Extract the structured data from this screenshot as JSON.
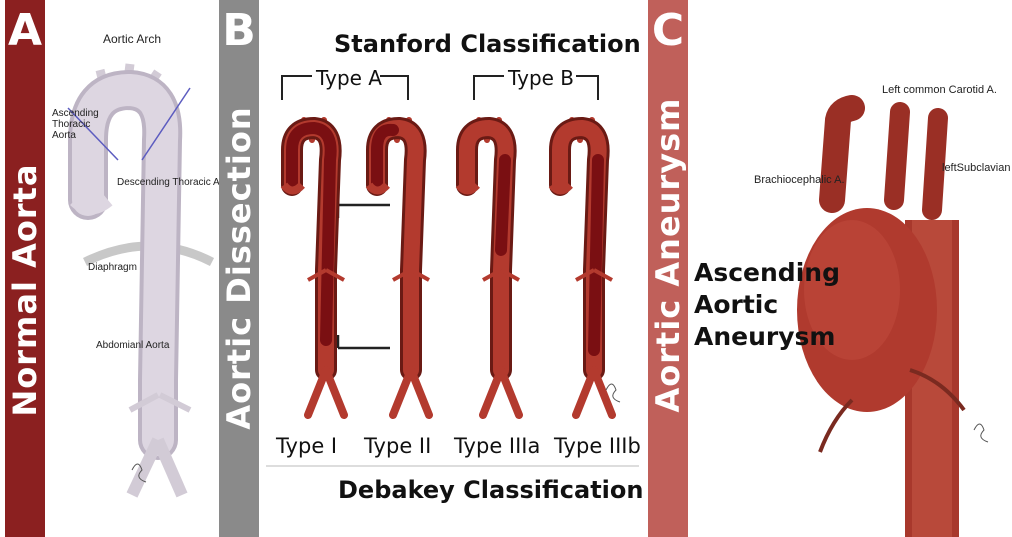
{
  "panel_a": {
    "letter": "A",
    "side_title": "Normal Aorta",
    "labels": {
      "aortic_arch": "Aortic Arch",
      "ascending_line1": "Ascending",
      "ascending_line2": "Thoracic",
      "ascending_line3": "Aorta",
      "descending": "Descending Thoracic Aorta",
      "diaphragm": "Diaphragm",
      "abdominal": "Abdomianl Aorta"
    },
    "colors": {
      "side_bar": "#8b2020",
      "aorta": "#d9d2dd"
    }
  },
  "panel_b": {
    "letter": "B",
    "side_title": "Aortic Dissection",
    "title_top": "Stanford  Classification",
    "group_a": "Type A",
    "group_b": "Type B",
    "types": [
      "Type  I",
      "Type II",
      "Type  IIIa",
      "Type  IIIb"
    ],
    "title_bottom": "Debakey Classification",
    "colors": {
      "side_bar": "#8a8a8a",
      "aorta": "#b33a2e",
      "dissection": "#7a0f12"
    }
  },
  "panel_c": {
    "letter": "C",
    "side_title": "Aortic Aneurysm",
    "heading_line1": "Ascending",
    "heading_line2": "Aortic",
    "heading_line3": "Aneurysm",
    "labels": {
      "carotid": "Left common Carotid A.",
      "brachiocephalic": "Brachiocephalic A.",
      "subclavian": "leftSubclavian  A."
    },
    "colors": {
      "side_bar": "#c0605a",
      "aneurysm": "#b03a2e"
    }
  }
}
